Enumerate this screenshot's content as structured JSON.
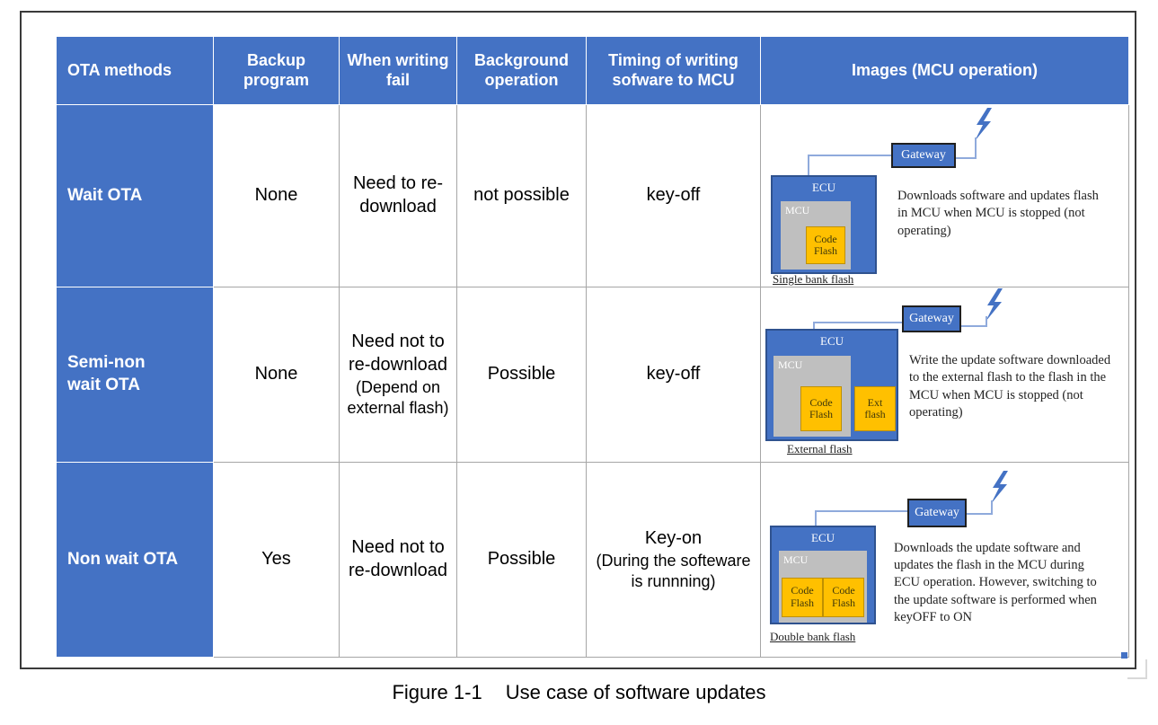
{
  "figure": {
    "number": "Figure 1-1",
    "caption": "Use case of software updates"
  },
  "table": {
    "headers": [
      {
        "id": "ota-methods",
        "label": "OTA  methods"
      },
      {
        "id": "backup-program",
        "label": "Backup\nprogram"
      },
      {
        "id": "when-writing-fail",
        "label": "When writing\nfail"
      },
      {
        "id": "background-operation",
        "label": "Background\noperation"
      },
      {
        "id": "timing-of-writing",
        "label": "Timing  of  writing\nsofware to MCU"
      },
      {
        "id": "images",
        "label": "Images (MCU operation)"
      }
    ],
    "header_lines": {
      "h0": [
        "OTA  methods"
      ],
      "h1": [
        "Backup",
        "program"
      ],
      "h2": [
        "When writing",
        "fail"
      ],
      "h3": [
        "Background",
        "operation"
      ],
      "h4": [
        "Timing  of  writing",
        "sofware to MCU"
      ],
      "h5": [
        "Images (MCU operation)"
      ]
    },
    "rows": [
      {
        "method_lines": [
          "Wait OTA"
        ],
        "backup": "None",
        "fail_lines": [
          "Need to re-",
          "download"
        ],
        "background": "not possible",
        "timing_lines": [
          "key-off"
        ],
        "timing_sub": "",
        "diagram": {
          "ecu_label": "ECU",
          "mcu_label": "MCU",
          "flashes": [
            "Code\nFlash"
          ],
          "gateway_label": "Gateway",
          "bank_caption": "Single bank flash",
          "description": "Downloads software and updates flash in MCU when MCU is stopped (not operating)"
        }
      },
      {
        "method_lines": [
          "Semi-non",
          "wait OTA"
        ],
        "backup": "None",
        "fail_lines": [
          "Need not to",
          "re-download"
        ],
        "fail_sub": [
          "(Depend on",
          "external flash)"
        ],
        "background": "Possible",
        "timing_lines": [
          "key-off"
        ],
        "timing_sub": "",
        "diagram": {
          "ecu_label": "ECU",
          "mcu_label": "MCU",
          "flashes": [
            "Code\nFlash",
            "Ext\nflash"
          ],
          "gateway_label": "Gateway",
          "bank_caption": "External flash",
          "description": "Write the update software downloaded to the external flash to the flash in the MCU when MCU is stopped (not operating)"
        }
      },
      {
        "method_lines": [
          "Non wait OTA"
        ],
        "backup": "Yes",
        "fail_lines": [
          "Need not to",
          "re-download"
        ],
        "background": "Possible",
        "timing_lines": [
          "Key-on"
        ],
        "timing_sub": [
          "(During the softeware",
          "is runnning)"
        ],
        "diagram": {
          "ecu_label": "ECU",
          "mcu_label": "MCU",
          "flashes": [
            "Code\nFlash",
            "Code\nFlash"
          ],
          "gateway_label": "Gateway",
          "bank_caption": "Double bank flash",
          "description": "Downloads the update software and updates the flash in the MCU during ECU operation. However, switching to the update software is performed when keyOFF to ON"
        }
      }
    ]
  },
  "colors": {
    "header_blue": "#4472C4",
    "ecu_blue": "#4472C4",
    "mcu_gray": "#BFBFBF",
    "flash_gold": "#FFC000",
    "wire_blue": "#8FAADC",
    "border_gray": "#A6A6A6",
    "frame_dark": "#3A3A3A"
  },
  "icons": {
    "bolt": "lightning-bolt-icon",
    "resize": "resize-handle-icon"
  }
}
